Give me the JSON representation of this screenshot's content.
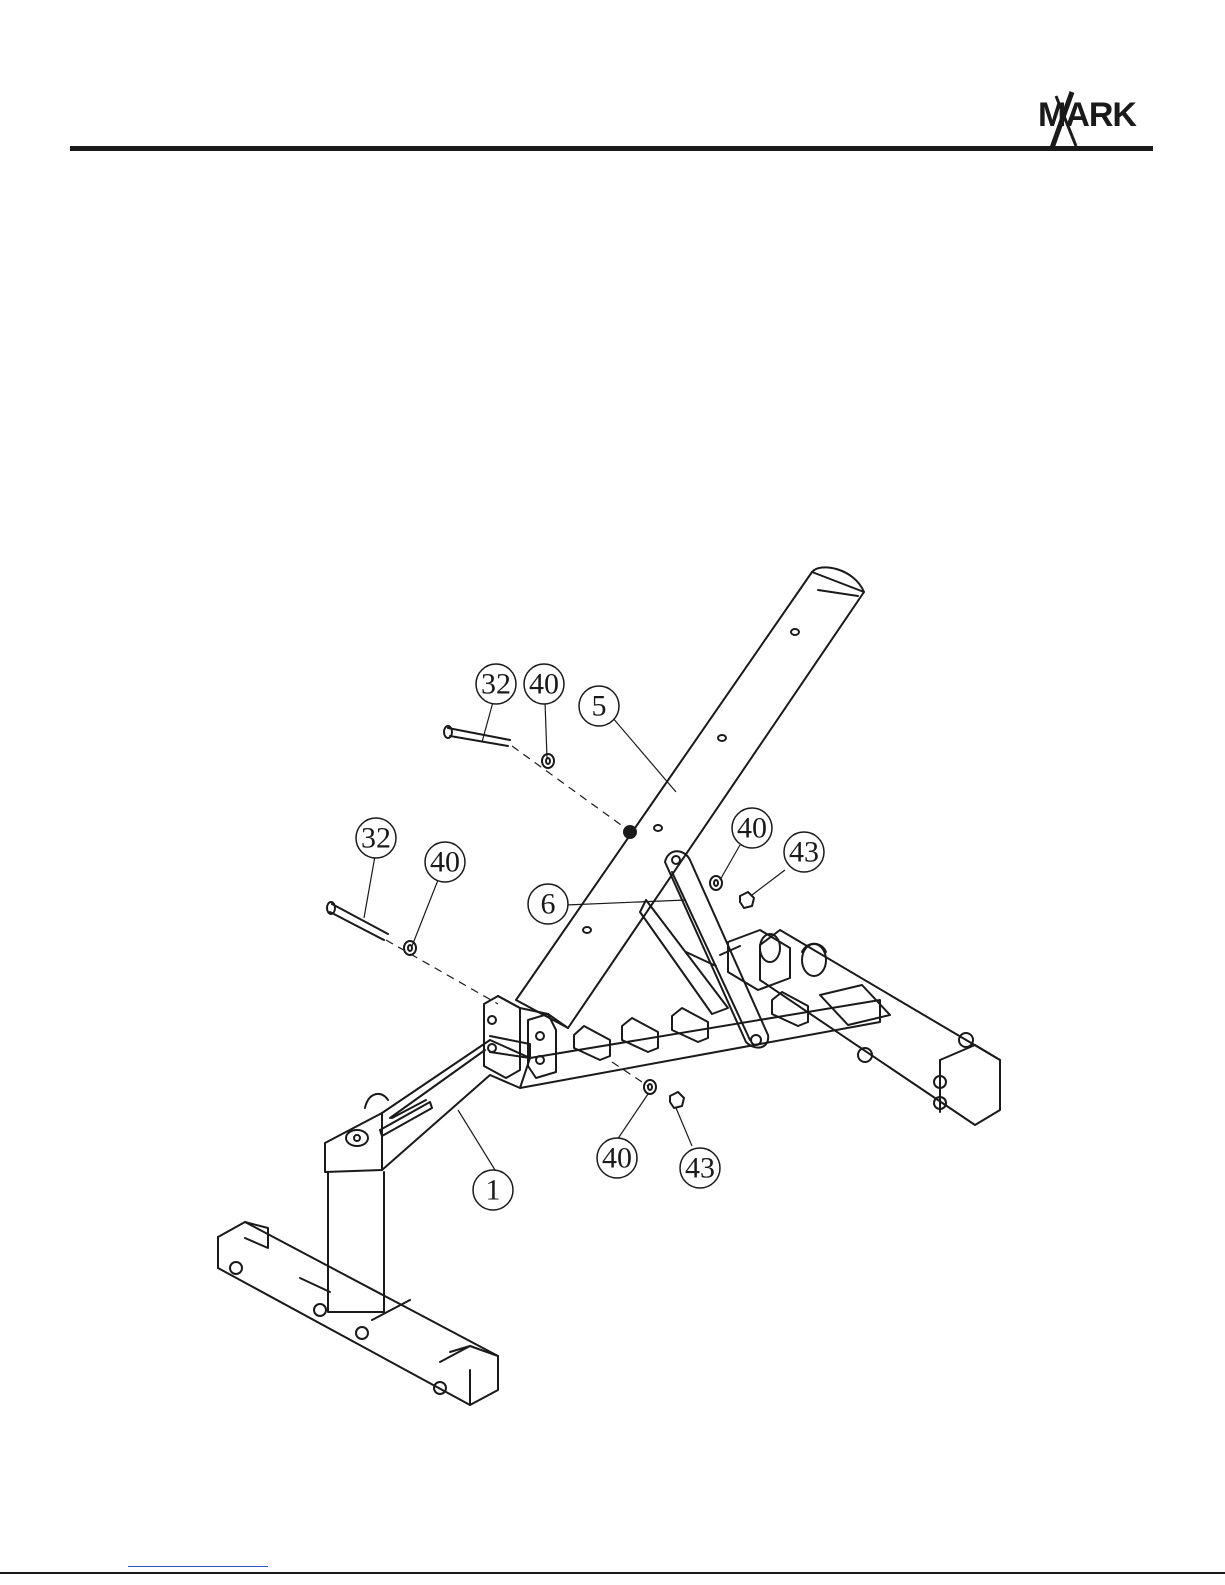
{
  "brand": {
    "logo_text": "MARK",
    "logo_mark": "X"
  },
  "callouts": [
    {
      "id": "c32a",
      "label": "32"
    },
    {
      "id": "c40a",
      "label": "40"
    },
    {
      "id": "c5",
      "label": "5"
    },
    {
      "id": "c32b",
      "label": "32"
    },
    {
      "id": "c40b",
      "label": "40"
    },
    {
      "id": "c40c",
      "label": "40"
    },
    {
      "id": "c43a",
      "label": "43"
    },
    {
      "id": "c6",
      "label": "6"
    },
    {
      "id": "c40d",
      "label": "40"
    },
    {
      "id": "c43b",
      "label": "43"
    },
    {
      "id": "c1",
      "label": "1"
    }
  ]
}
